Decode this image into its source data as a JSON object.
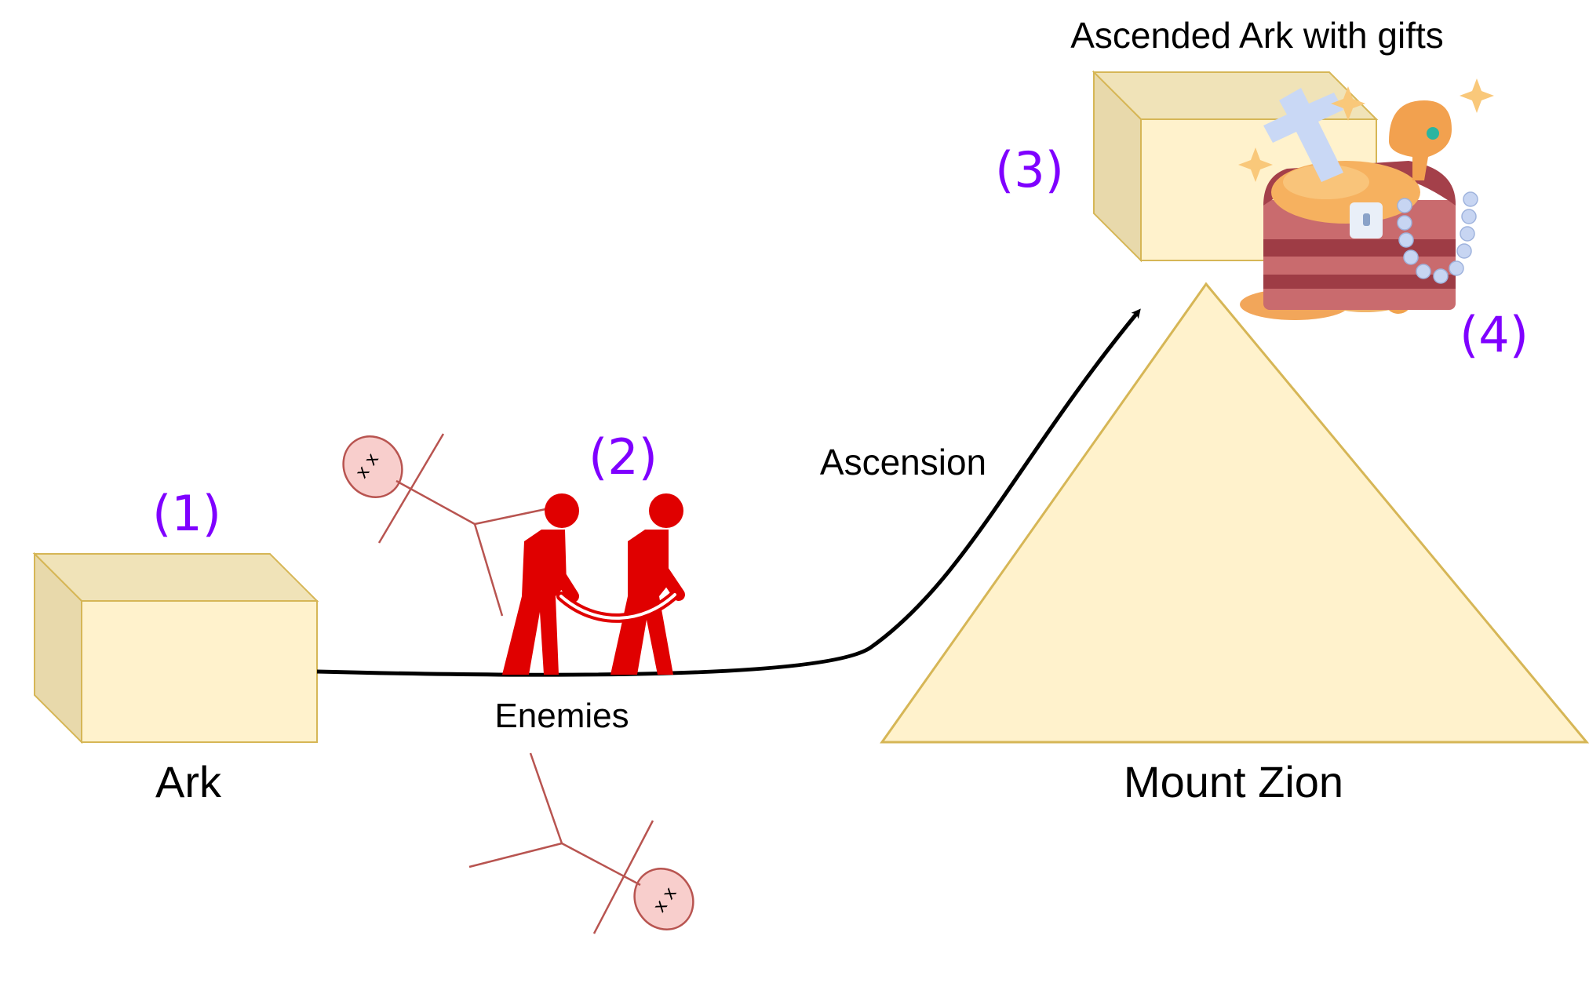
{
  "diagram": {
    "labels": {
      "ark": "Ark",
      "enemies": "Enemies",
      "ascension": "Ascension",
      "mount_zion": "Mount Zion",
      "ascended_ark": "Ascended Ark with gifts"
    },
    "step_markers": {
      "step1": "(1)",
      "step2": "(2)",
      "step3": "(3)",
      "step4": "(4)"
    },
    "icons": {
      "carriers": "people-carrying-icon",
      "fallen": "dead-stick-figure-icon",
      "treasure": "treasure-chest-icon"
    },
    "colors": {
      "box_fill": "#fff2cc",
      "box_side": "#efe0b0",
      "box_stroke": "#d6b656",
      "step_number": "#7f00ff",
      "carriers": "#e00000",
      "fallen_stroke": "#b85450",
      "fallen_fill": "#f8cecc",
      "path": "#000000"
    }
  }
}
